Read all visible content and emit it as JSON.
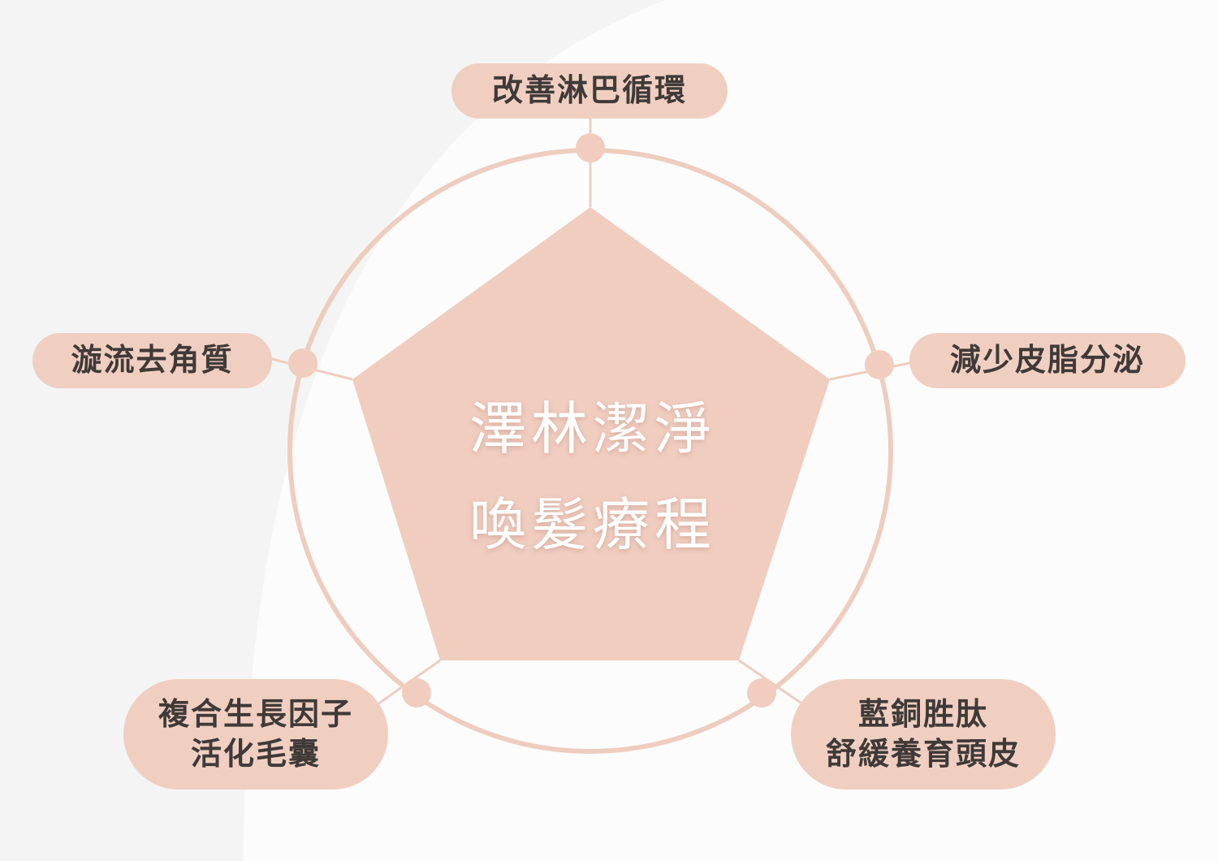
{
  "colors": {
    "background": "#f4f4f4",
    "background_shape": "#fcfcfc",
    "accent": "#f0cfc1",
    "ring": "#eecdbf",
    "label_text": "#3f3a38",
    "title_text": "#ffffff"
  },
  "center": {
    "line1": "澤林潔淨",
    "line2": "喚髮療程"
  },
  "labels": {
    "top": {
      "line1": "改善淋巴循環"
    },
    "right": {
      "line1": "減少皮脂分泌"
    },
    "left": {
      "line1": "漩流去角質"
    },
    "bottom_left": {
      "line1": "複合生長因子",
      "line2": "活化毛囊"
    },
    "bottom_right": {
      "line1": "藍銅胜肽",
      "line2": "舒緩養育頭皮"
    }
  }
}
